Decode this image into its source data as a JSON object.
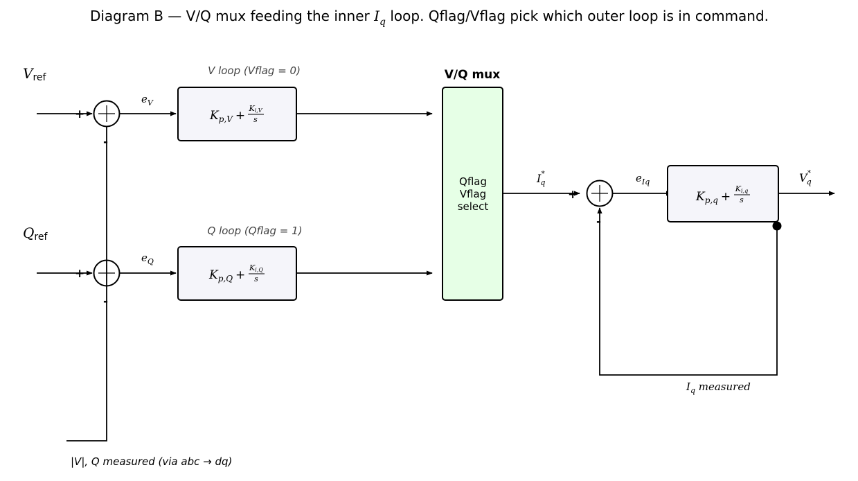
{
  "title": {
    "prefix": "Diagram B — V/Q mux feeding the inner ",
    "var_main": "I",
    "var_sub": "q",
    "suffix": " loop. Qflag/Vflag pick which outer loop is in command."
  },
  "inputs": {
    "vref": {
      "main": "V",
      "sub": "ref"
    },
    "qref": {
      "main": "Q",
      "sub": "ref"
    }
  },
  "signs": {
    "plus": "+",
    "minus": "-"
  },
  "errors": {
    "ev": {
      "main": "e",
      "sub": "V"
    },
    "eq": {
      "main": "e",
      "sub": "Q"
    },
    "eiq": {
      "main": "e",
      "sub": "Iq"
    }
  },
  "loops": {
    "v": {
      "label": "V loop  (Vflag = 0)",
      "kp": "K",
      "kp_sub": "p,V",
      "ki": "K",
      "ki_sub": "i,V",
      "s": "s",
      "plus": "+"
    },
    "q": {
      "label": "Q loop  (Qflag = 1)",
      "kp": "K",
      "kp_sub": "p,Q",
      "ki": "K",
      "ki_sub": "i,Q",
      "s": "s",
      "plus": "+"
    },
    "inner": {
      "kp": "K",
      "kp_sub": "p,q",
      "ki": "K",
      "ki_sub": "i,q",
      "s": "s",
      "plus": "+"
    }
  },
  "mux": {
    "title": "V/Q  mux",
    "line1": "Qflag",
    "line2": "Vflag",
    "line3": "select"
  },
  "iq_ref": {
    "main": "I",
    "sub": "q",
    "sup": "*"
  },
  "vq_out": {
    "main": "V",
    "sub": "q",
    "sup": "*"
  },
  "iq_measured": {
    "main": "I",
    "sub": "q",
    "rest": " measured"
  },
  "outer_feedback": {
    "label": "|V|, Q measured (via abc → dq)"
  },
  "colors": {
    "box_fill": "#f5f5fa",
    "mux_fill": "#e6ffe6",
    "loop_label": "#444444",
    "wire": "#000000"
  }
}
